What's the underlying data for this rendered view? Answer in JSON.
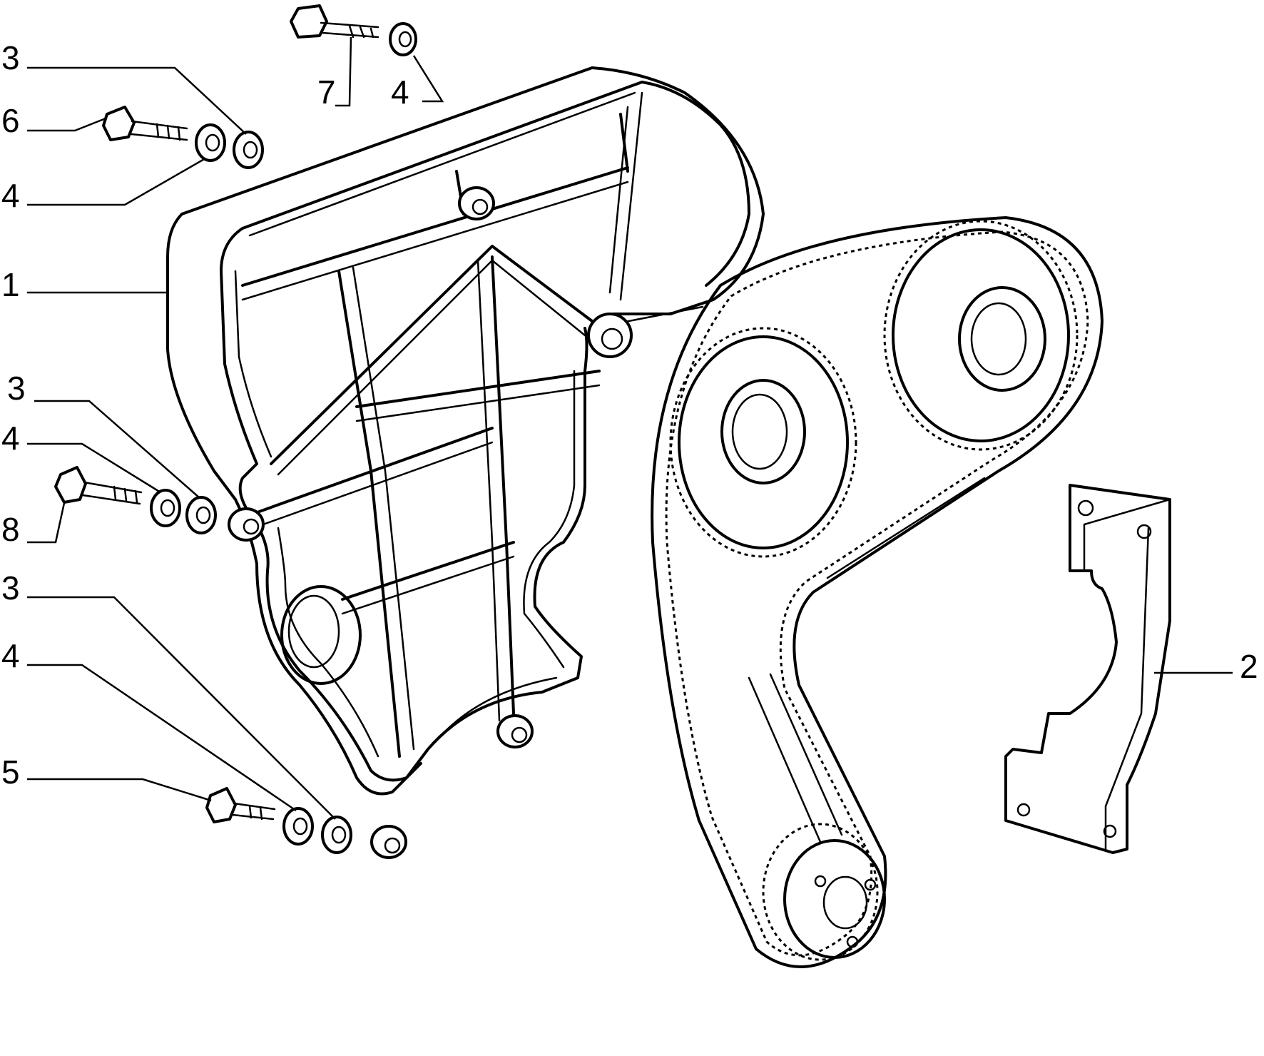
{
  "callouts": {
    "c1": "1",
    "c2": "2",
    "c3a": "3",
    "c3b": "3",
    "c3c": "3",
    "c4a": "4",
    "c4b": "4",
    "c4c": "4",
    "c4d": "4",
    "c5": "5",
    "c6": "6",
    "c7": "7",
    "c8": "8"
  }
}
